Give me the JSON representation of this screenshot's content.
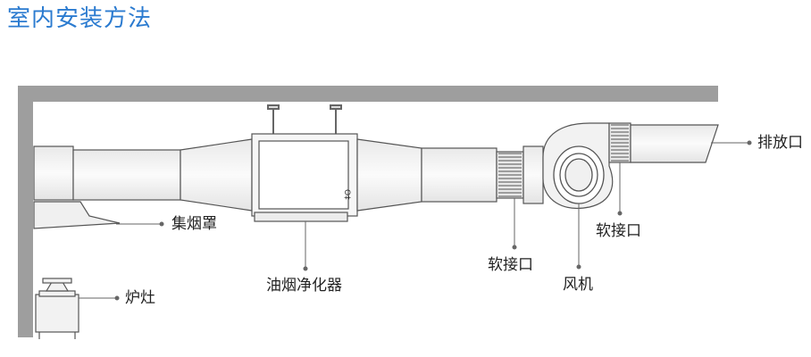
{
  "header": {
    "title": "室内安装方法"
  },
  "colors": {
    "title": "#2b7bd0",
    "wall": "#9e9e9e",
    "duct_fill": "#f4f4f4",
    "stroke": "#555555"
  },
  "diagram": {
    "labels": {
      "hood": "集烟罩",
      "stove": "炉灶",
      "purifier": "油烟净化器",
      "soft_joint_1": "软接口",
      "fan": "风机",
      "soft_joint_2": "软接口",
      "exhaust": "排放口"
    },
    "purifier_mark": "O‡"
  }
}
